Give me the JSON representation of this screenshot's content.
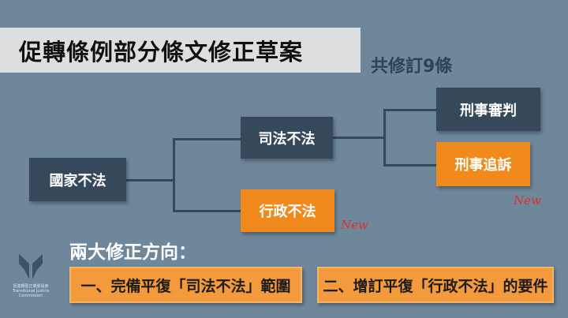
{
  "title": "促轉條例部分條文修正草案",
  "count": "共修訂9條",
  "tree": {
    "root": "國家不法",
    "judicial": "司法不法",
    "administrative": "行政不法",
    "criminal_trial": "刑事審判",
    "criminal_prosecution": "刑事追訴",
    "new_label": "New"
  },
  "directions": {
    "heading": "兩大修正方向：",
    "items": [
      "一、完備平復「司法不法」範圍",
      "二、增訂平復「行政不法」的要件"
    ]
  },
  "logo": {
    "zh": "促進轉型正義委員會",
    "en": "Transitional Justice Commission"
  },
  "colors": {
    "background": "#6e879b",
    "dark": "#36495a",
    "orange": "#f08a1c",
    "new": "#e0312b"
  }
}
